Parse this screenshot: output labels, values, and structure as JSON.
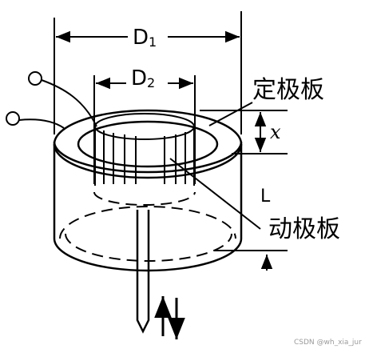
{
  "diagram": {
    "labels": {
      "d1": "D",
      "d1_sub": "1",
      "d2": "D",
      "d2_sub": "2",
      "fixed_plate": "定极板",
      "moving_plate": "动极板",
      "x": "x",
      "L": "L"
    },
    "watermark": "CSDN @wh_xia_jur"
  }
}
